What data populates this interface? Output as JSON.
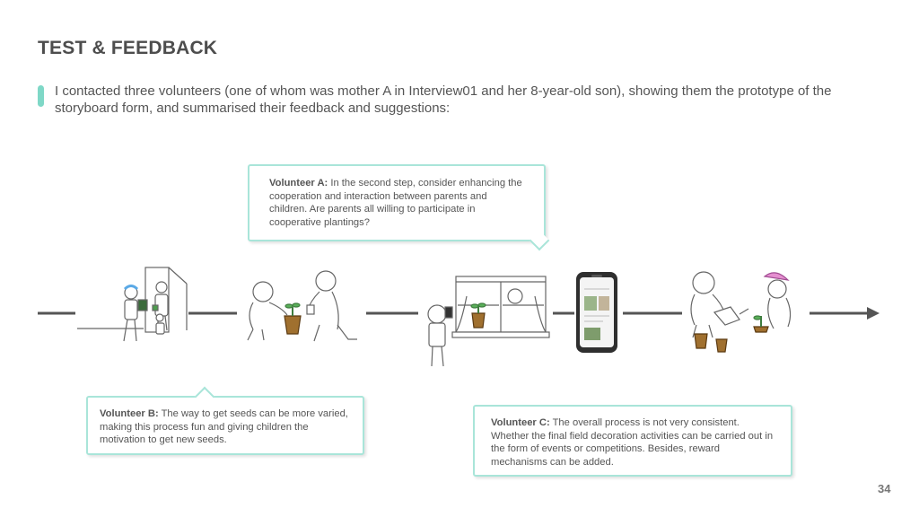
{
  "header": {
    "title": "TEST & FEEDBACK"
  },
  "intro": {
    "text": "I contacted three volunteers (one of whom was mother A in Interview01 and her 8-year-old son), showing them the prototype of the storyboard form, and summarised their feedback and suggestions:"
  },
  "feedback": [
    {
      "name": "Volunteer A:",
      "text": " In the second step, consider enhancing the cooperation and interaction between parents and children. Are parents all willing to participate in cooperative plantings?"
    },
    {
      "name": "Volunteer B:",
      "text": " The way to get seeds can be more varied, making this process fun and giving children the motivation to get new seeds."
    },
    {
      "name": "Volunteer C:",
      "text": " The overall process is not very consistent. Whether the final field decoration activities can be carried out in the form of events or competitions. Besides, reward mechanisms can be added."
    }
  ],
  "storyboard": {
    "steps": [
      "get-seeds-at-door",
      "plant-together",
      "grow-on-windowsill",
      "share-on-phone",
      "decorate-field"
    ]
  },
  "colors": {
    "accent": "#7fd8c7",
    "bubble_border": "#a9e5d9",
    "text": "#555555"
  },
  "footer": {
    "page_number": "34"
  }
}
